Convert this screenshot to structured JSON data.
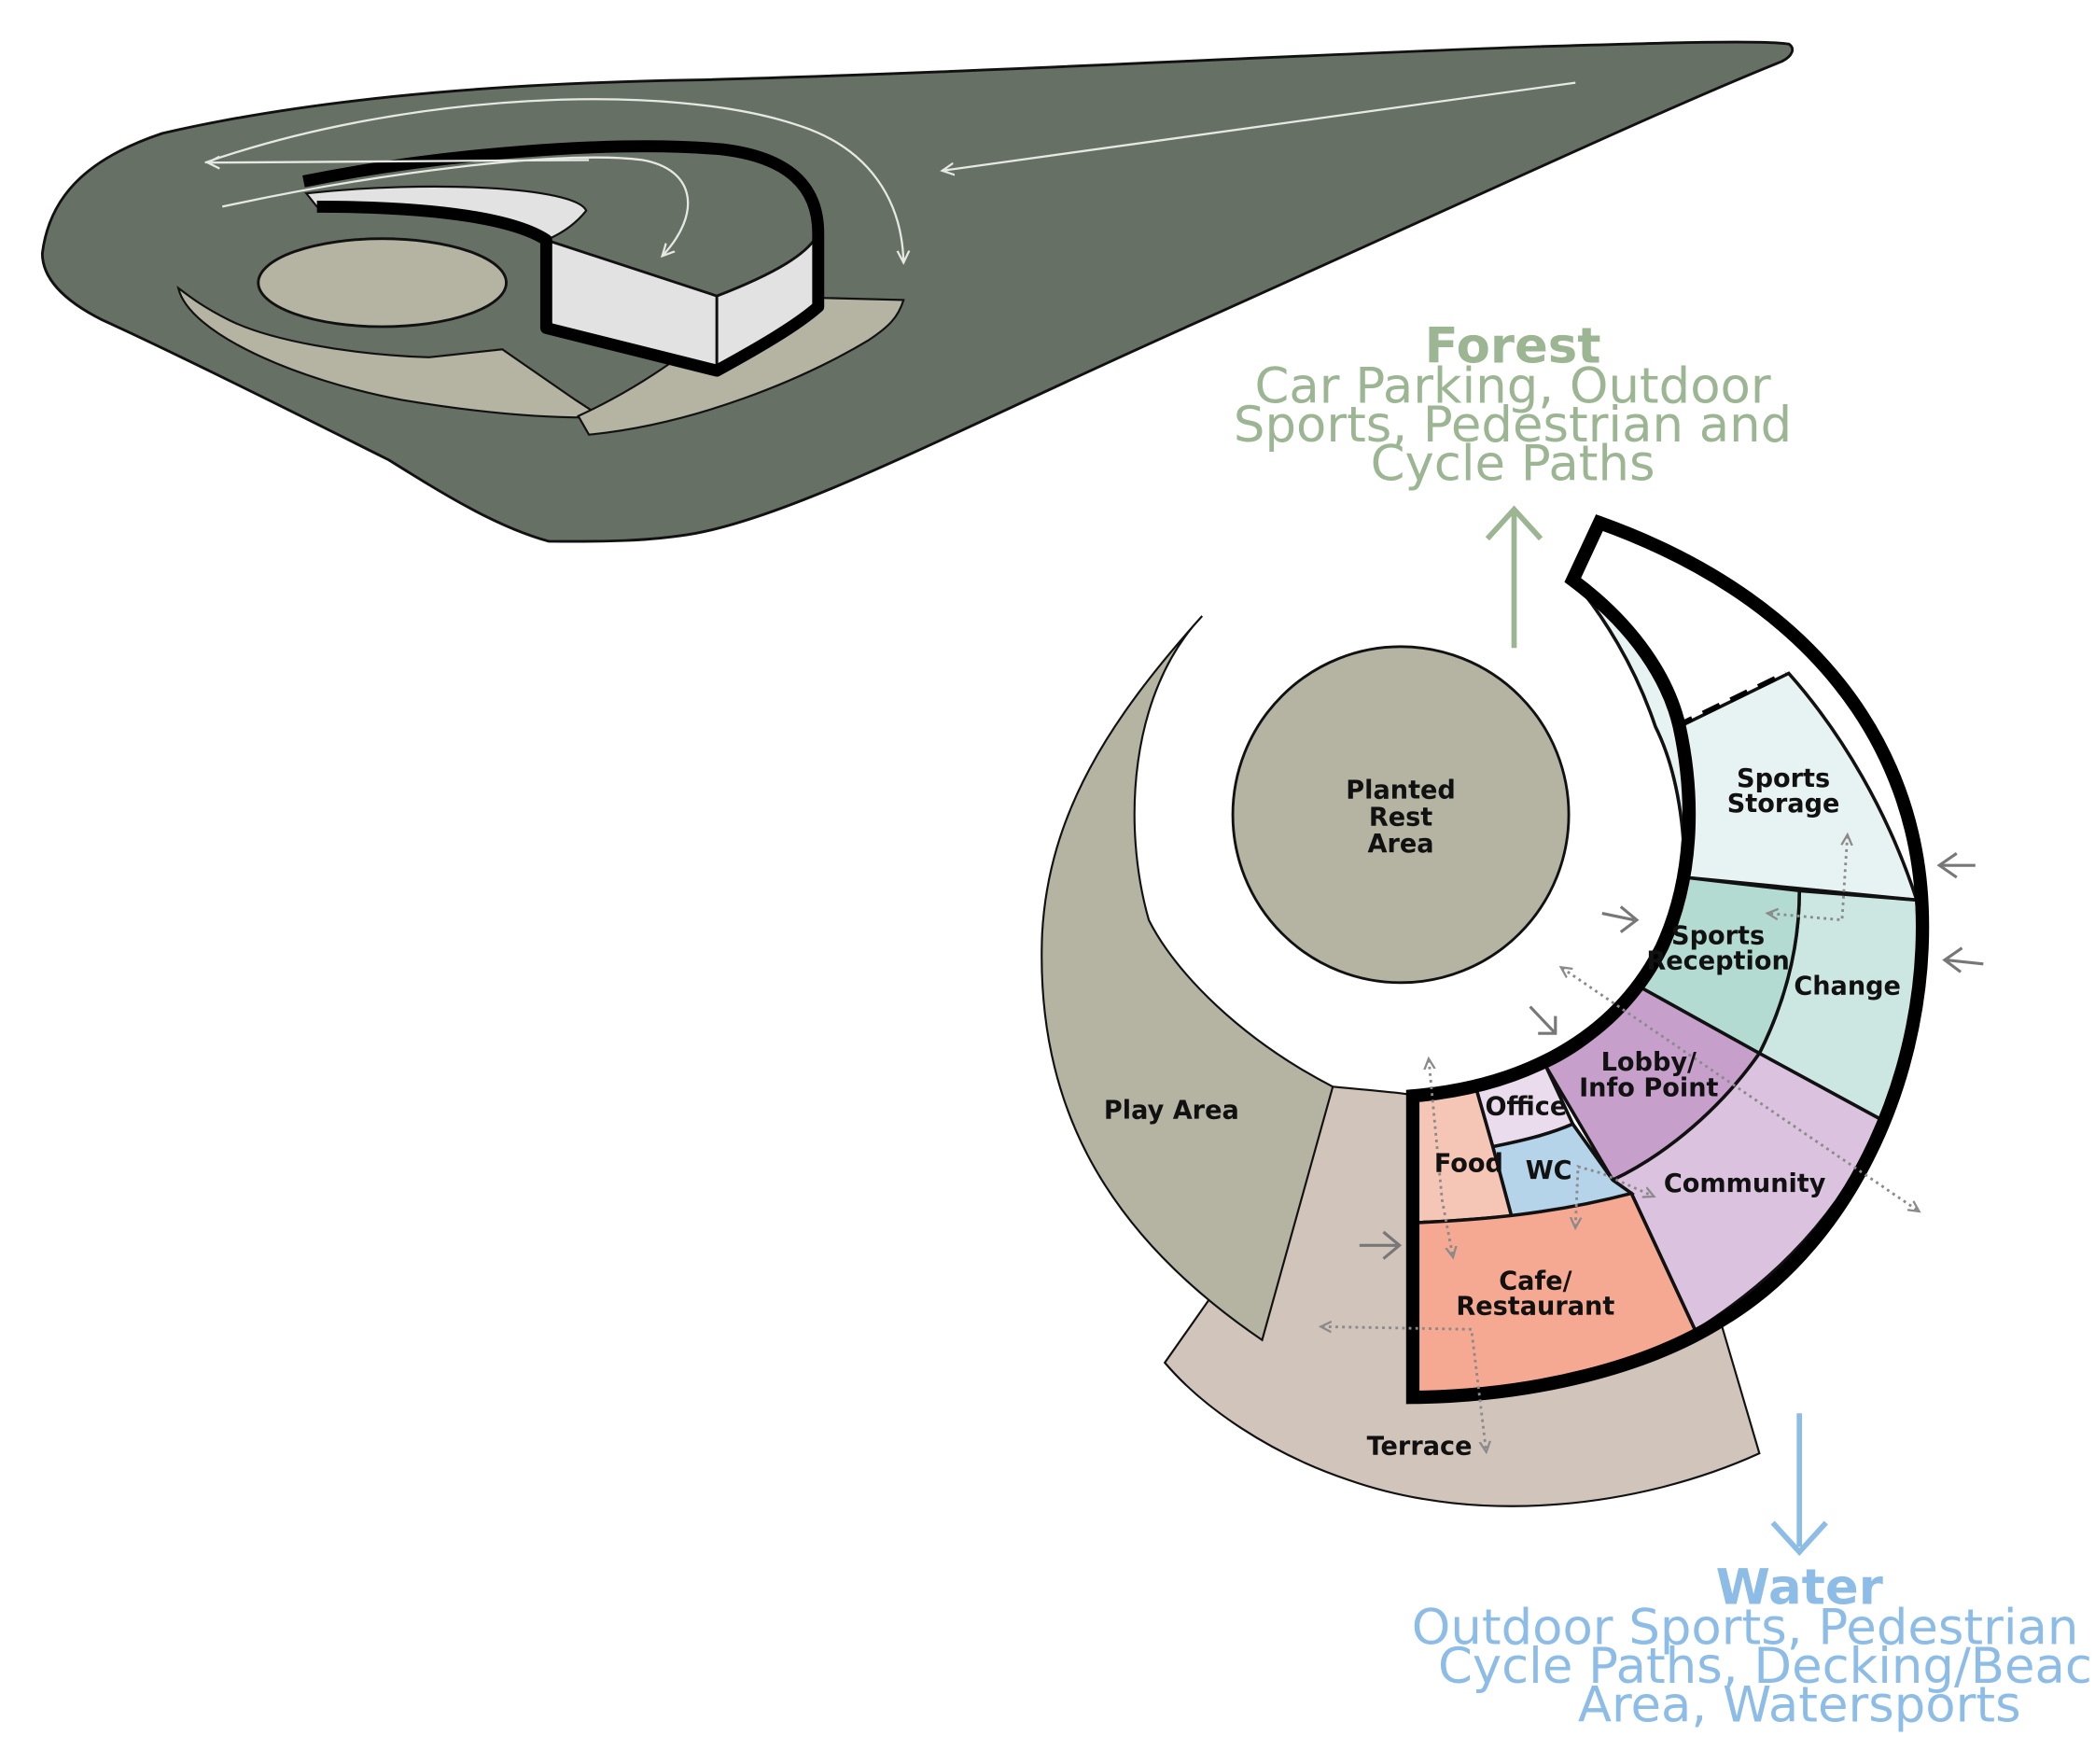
{
  "colors": {
    "site_dark": "#667064",
    "ground_tan": "#b5b3a2",
    "building_top": "#e2e2e2",
    "terrace": "#d1c4bb",
    "forest": "#9cb593",
    "water": "#8dbde6",
    "sports_storage": "#e7f2f2",
    "change": "#cce6e1",
    "sports_reception": "#b3dbd2",
    "lobby": "#c69fcb",
    "community": "#dbc3e0",
    "office": "#eadcec",
    "wc": "#b5d3e9",
    "food": "#f5c6b6",
    "cafe": "#f5a992",
    "outline": "#000000",
    "circulation": "#8a8a8a"
  },
  "icons": {
    "entry": "arrow-right-icon",
    "circulation": "dotted-double-arrow-icon",
    "direction": "long-arrow-icon"
  },
  "forest": {
    "title": "Forest",
    "line1": "Car Parking, Outdoor",
    "line2": "Sports, Pedestrian and",
    "line3": "Cycle Paths"
  },
  "water": {
    "title": "Water",
    "line1": "Outdoor Sports, Pedestrian and",
    "line2": "Cycle Paths, Decking/Beach",
    "line3": "Area, Watersports"
  },
  "zones": {
    "planted": {
      "line1": "Planted",
      "line2": "Rest",
      "line3": "Area"
    },
    "play": "Play Area",
    "terrace": "Terrace",
    "sports_storage": {
      "line1": "Sports",
      "line2": "Storage"
    },
    "sports_reception": {
      "line1": "Sports",
      "line2": "Reception"
    },
    "change": "Change",
    "lobby": {
      "line1": "Lobby/",
      "line2": "Info Point"
    },
    "community": "Community",
    "office": "Office",
    "wc": "WC",
    "food": "Food",
    "cafe": {
      "line1": "Cafe/",
      "line2": "Restaurant"
    }
  }
}
